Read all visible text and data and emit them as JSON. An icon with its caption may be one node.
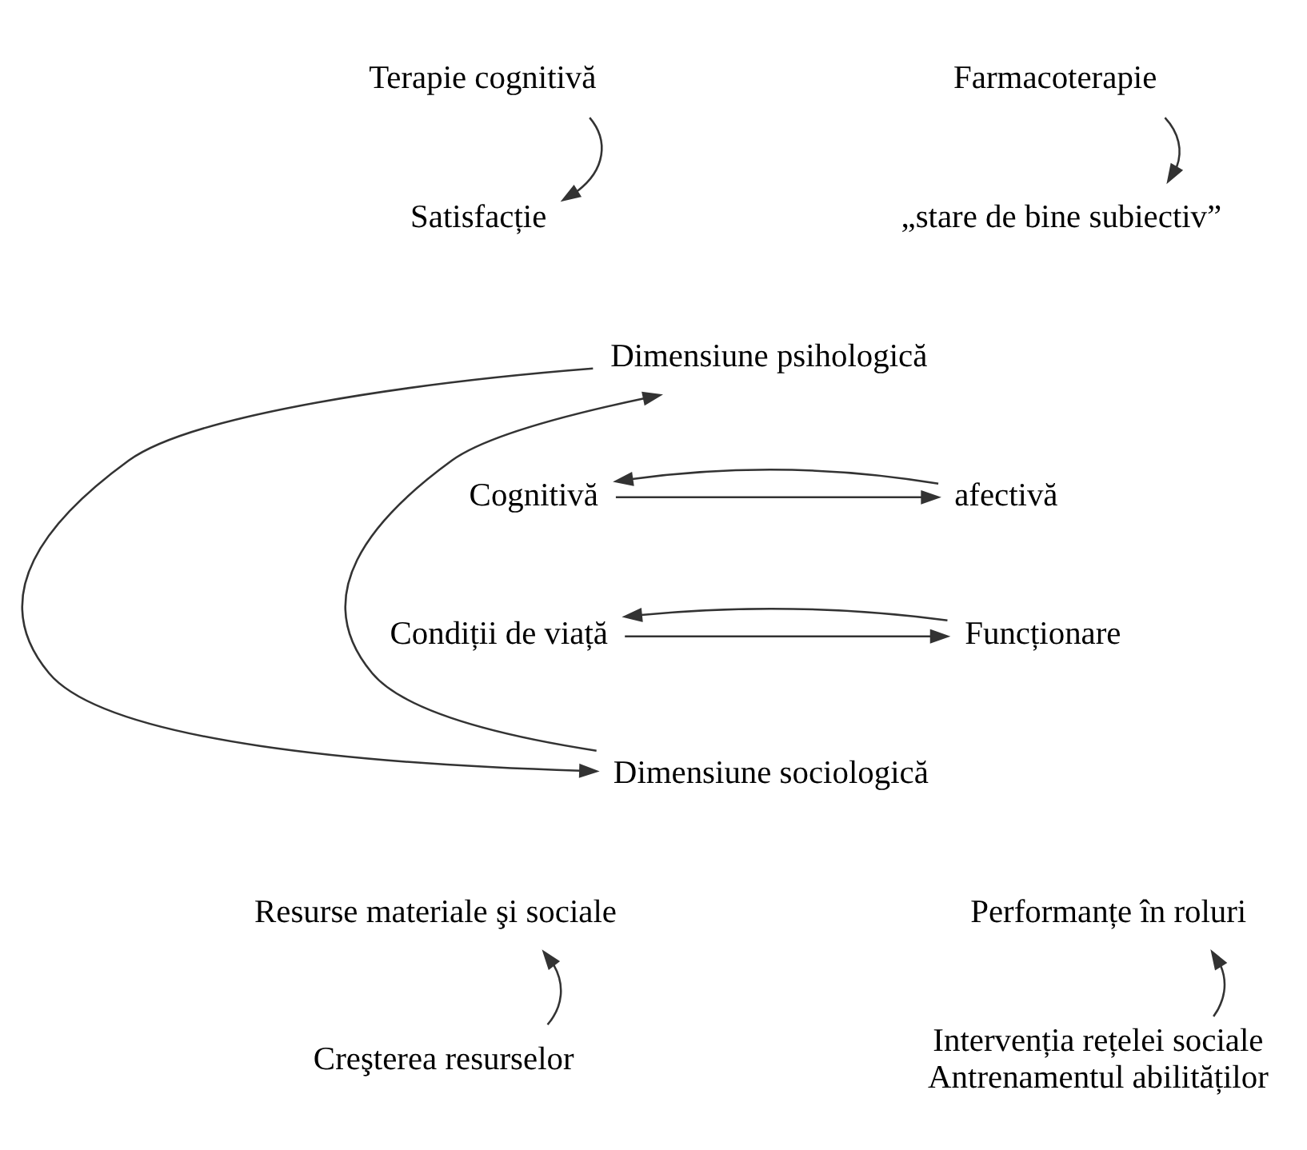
{
  "diagram": {
    "nodes": [
      {
        "text": [
          "Terapie cognitivă"
        ]
      },
      {
        "text": [
          "Farmacoterapie"
        ]
      },
      {
        "text": [
          "Satisfacție"
        ]
      },
      {
        "text": [
          "„stare de bine subiectiv”"
        ]
      },
      {
        "text": [
          "Dimensiune psihologică"
        ]
      },
      {
        "text": [
          "Cognitivă"
        ]
      },
      {
        "text": [
          "afectivă"
        ]
      },
      {
        "text": [
          "Condiții de viață"
        ]
      },
      {
        "text": [
          "Funcționare"
        ]
      },
      {
        "text": [
          "Dimensiune sociologică"
        ]
      },
      {
        "text": [
          "Resurse materiale şi sociale"
        ]
      },
      {
        "text": [
          "Performanțe în roluri"
        ]
      },
      {
        "text": [
          "Creşterea resurselor"
        ]
      },
      {
        "text": [
          "Intervenția rețelei sociale",
          "Antrenamentul abilităților"
        ]
      }
    ],
    "edges": [
      {
        "from": 0,
        "to": 2,
        "arrow": "to"
      },
      {
        "from": 1,
        "to": 3,
        "arrow": "to"
      },
      {
        "from": 5,
        "to": 6,
        "arrow": "to"
      },
      {
        "from": 6,
        "to": 5,
        "arrow": "to"
      },
      {
        "from": 9,
        "to": 4,
        "arrow": "to"
      },
      {
        "from": 4,
        "to": 9,
        "arrow": "to"
      },
      {
        "from": 7,
        "to": 8,
        "arrow": "to"
      },
      {
        "from": 8,
        "to": 7,
        "arrow": "to"
      },
      {
        "from": 12,
        "to": 10,
        "arrow": "to"
      },
      {
        "from": 13,
        "to": 11,
        "arrow": "to"
      }
    ]
  }
}
